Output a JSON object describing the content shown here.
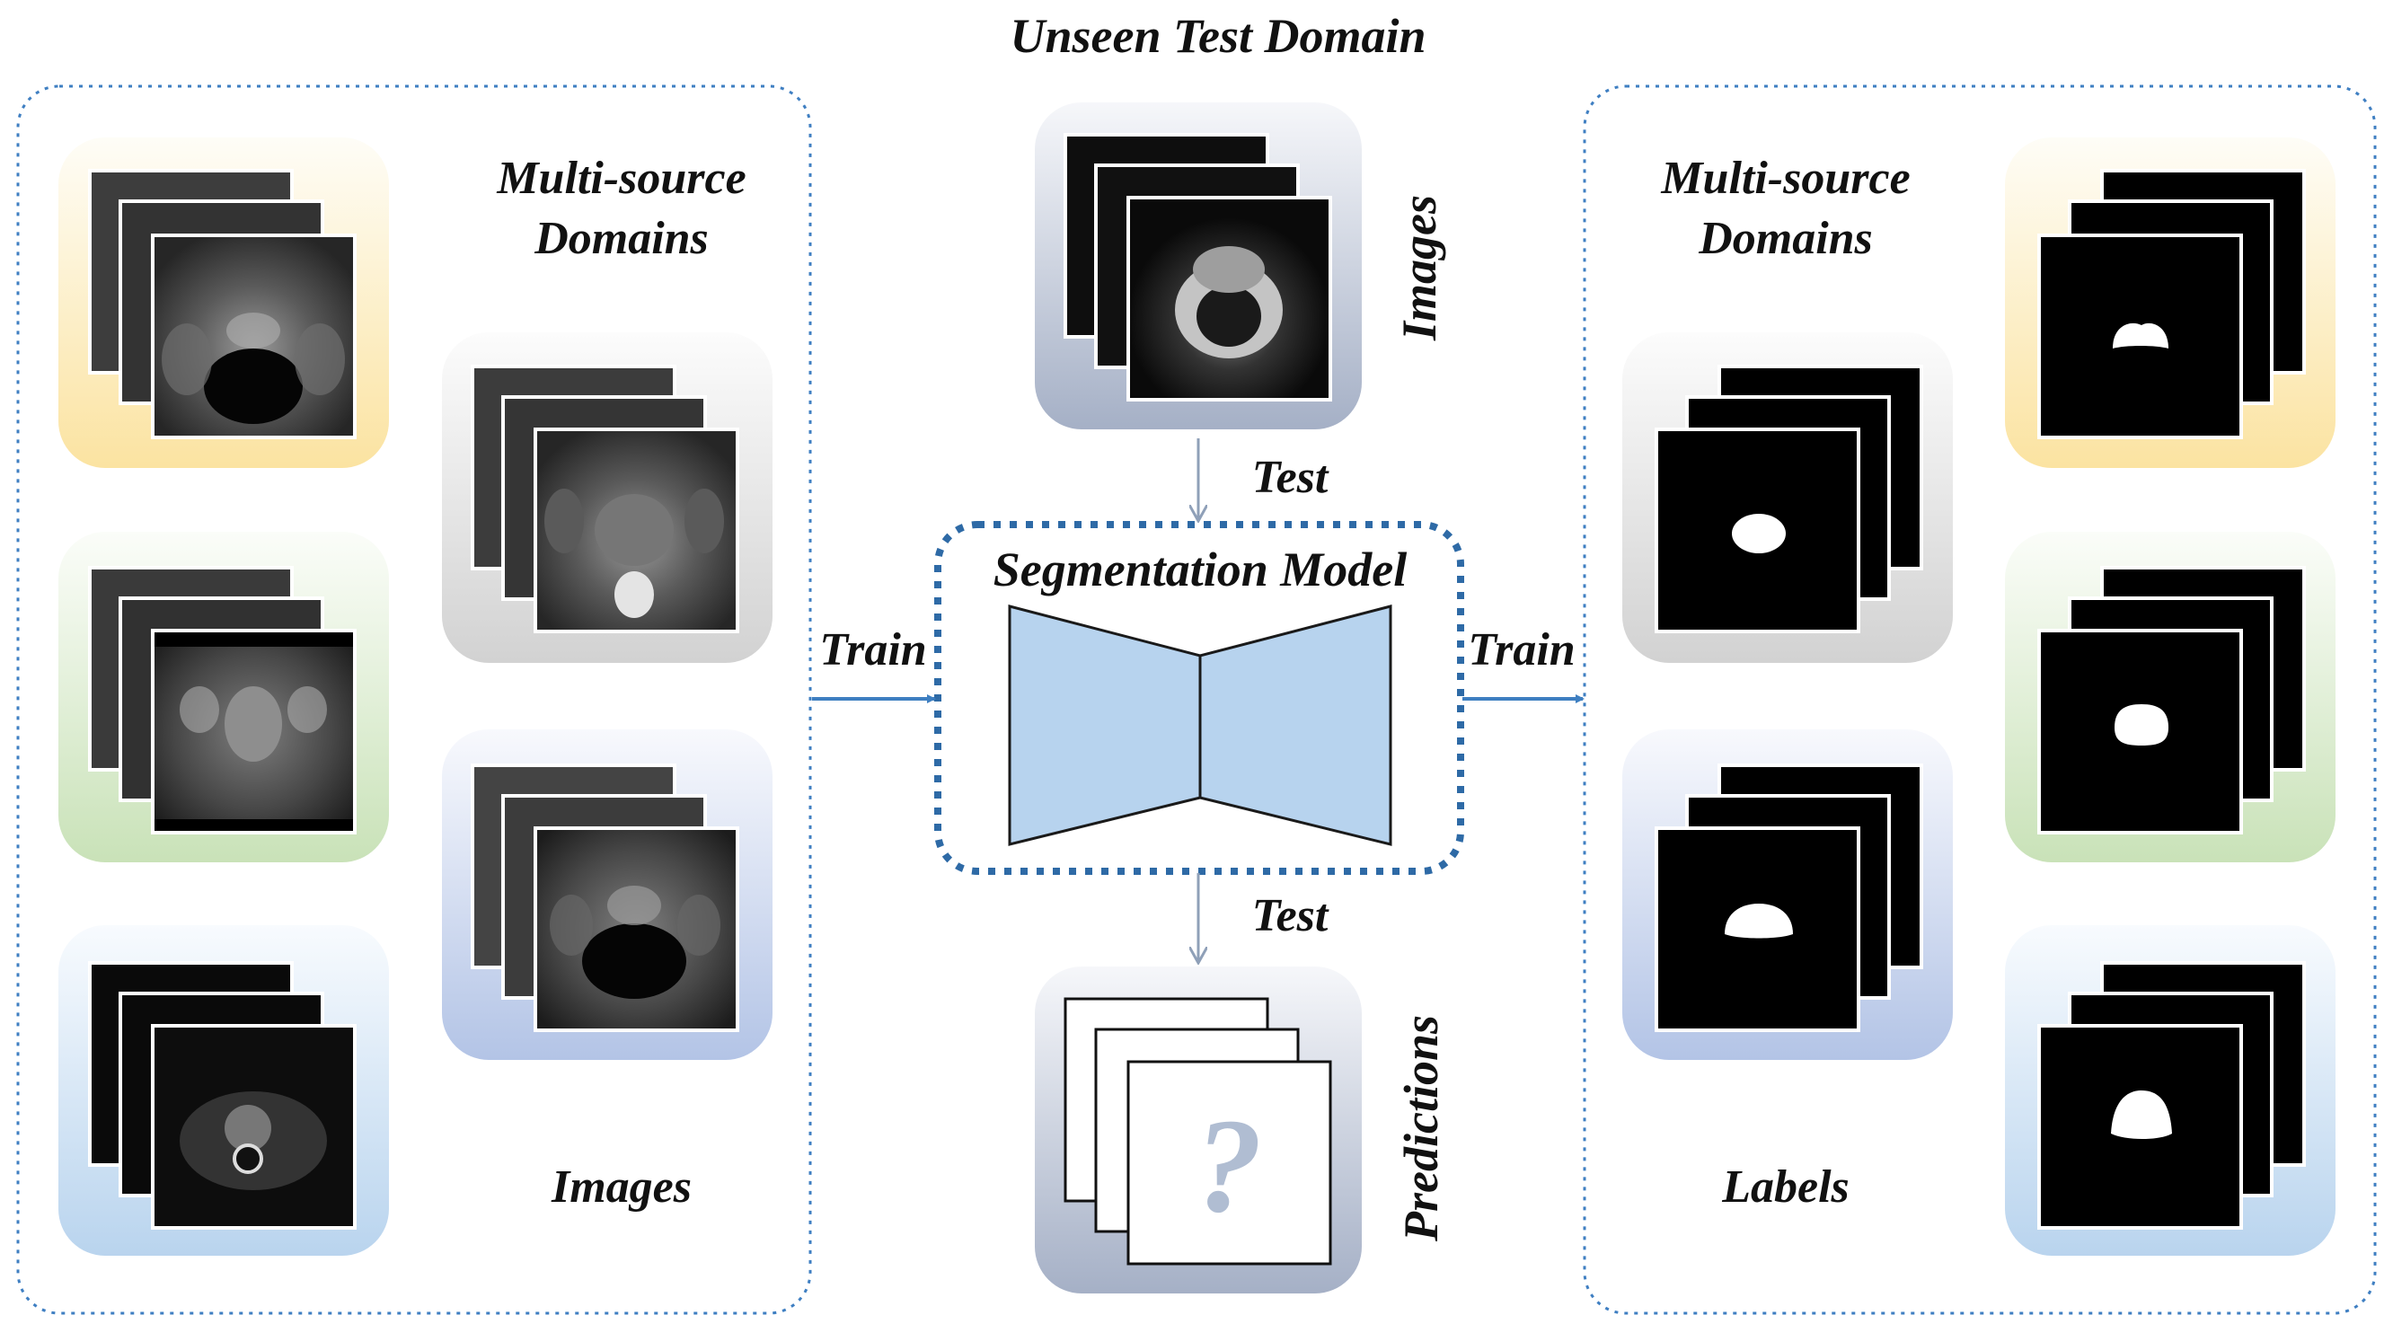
{
  "title": "Unseen Test Domain",
  "left_panel": {
    "heading_line1": "Multi-source",
    "heading_line2": "Domains",
    "footer": "Images"
  },
  "right_panel": {
    "heading_line1": "Multi-source",
    "heading_line2": "Domains",
    "footer": "Labels"
  },
  "center": {
    "test_images_label": "Images",
    "test_top": "Test",
    "model_label": "Segmentation Model",
    "test_bottom": "Test",
    "predictions_label": "Predictions",
    "question_mark": "?"
  },
  "arrows": {
    "train_left": "Train",
    "train_right": "Train"
  },
  "domain_colors": [
    "#fbe3a1",
    "#c9e2b8",
    "#b9d4ee",
    "#d4d4d4",
    "#b3c4e6"
  ],
  "icons": [
    "mri-slice-stack",
    "mask-slice-stack",
    "encoder-decoder-shape",
    "question-mark"
  ]
}
